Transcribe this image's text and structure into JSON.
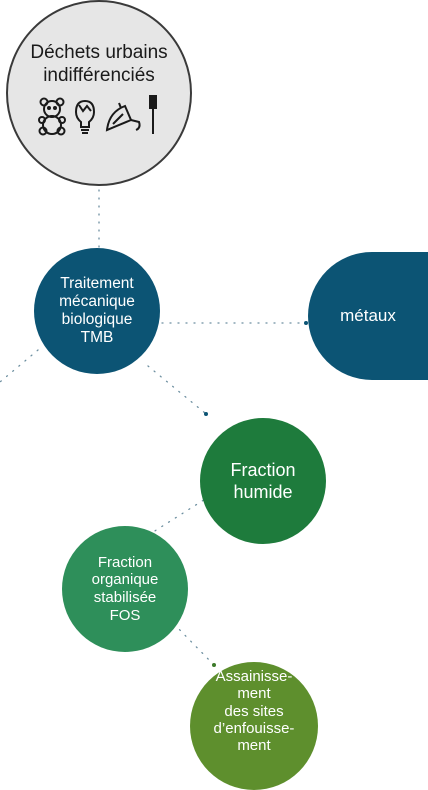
{
  "nodes": {
    "source": {
      "label": "Déchets urbains\nindifférenciés",
      "icons": [
        "teddy-bear-icon",
        "light-bulb-icon",
        "broken-umbrella-icon",
        "toothbrush-icon"
      ]
    },
    "tmb": {
      "label": "Traitement\nmécanique\nbiologique\nTMB"
    },
    "metaux": {
      "label": "métaux"
    },
    "humide": {
      "label": "Fraction\nhumide"
    },
    "fos": {
      "label": "Fraction\norganique\nstabilisée\nFOS"
    },
    "assainissement": {
      "label": "Assainisse-\nment\ndes sites\nd’enfouisse-\nment"
    }
  },
  "colors": {
    "source_fill": "#e6e6e6",
    "tmb": "#0c5474",
    "metaux": "#0c5474",
    "humide": "#1e7b3c",
    "fos": "#2e8f5a",
    "assainissement": "#5e8f2d",
    "connector": "#6d8fa0"
  }
}
